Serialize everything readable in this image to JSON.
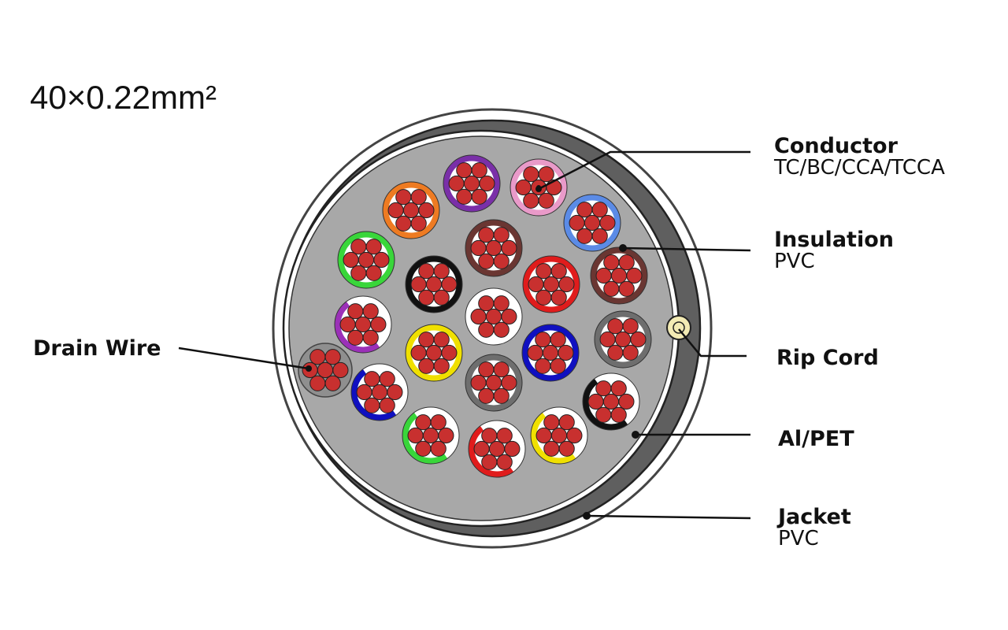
{
  "title": "40×0.22mm²",
  "callouts": {
    "conductor": {
      "label": "Conductor",
      "sub": "TC/BC/CCA/TCCA"
    },
    "insulation": {
      "label": "Insulation",
      "sub": "PVC"
    },
    "rip_cord": {
      "label": "Rip Cord"
    },
    "al_pet": {
      "label": "Al/PET"
    },
    "jacket": {
      "label": "Jacket",
      "sub": "PVC"
    },
    "drain_wire": {
      "label": "Drain Wire"
    }
  },
  "colors": {
    "jacket": "#5f5f5f",
    "filler": "#a8a8a8",
    "strand": "#c8302f",
    "rip_cord": "#f3ebb4"
  },
  "cores": [
    {
      "color": "#7a2fa8",
      "type": "full"
    },
    {
      "color": "#e99ac9",
      "type": "full"
    },
    {
      "color": "#ee7b22",
      "type": "full"
    },
    {
      "color": "#5b8be6",
      "type": "full"
    },
    {
      "color": "#6a3632",
      "type": "full"
    },
    {
      "color": "#39d63a",
      "type": "full"
    },
    {
      "color": "#111111",
      "type": "full"
    },
    {
      "color": "#e01c1c",
      "type": "full"
    },
    {
      "color": "#6a3632",
      "type": "full"
    },
    {
      "color": "#ffffff",
      "type": "full"
    },
    {
      "color": "#9b30b8",
      "type": "half"
    },
    {
      "color": "#6e6e6e",
      "type": "full"
    },
    {
      "color": "#f0e000",
      "type": "full"
    },
    {
      "color": "#1010c0",
      "type": "full"
    },
    {
      "color": "#6e6e6e",
      "type": "full"
    },
    {
      "color": "#1010c0",
      "type": "half"
    },
    {
      "color": "#111111",
      "type": "half"
    },
    {
      "color": "#39d63a",
      "type": "half"
    },
    {
      "color": "#e01c1c",
      "type": "half"
    },
    {
      "color": "#f0e000",
      "type": "half"
    }
  ]
}
